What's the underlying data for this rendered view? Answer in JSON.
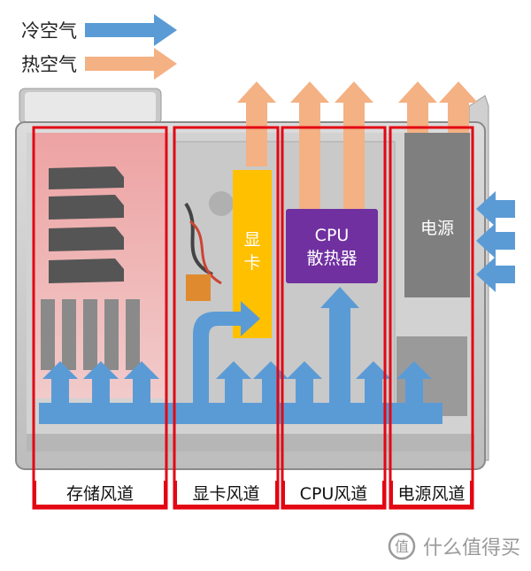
{
  "legend": {
    "cold_label": "冷空气",
    "hot_label": "热空气",
    "cold_color": "#5b9bd5",
    "hot_color": "#f4b183"
  },
  "components": {
    "gpu_label": "显卡",
    "cpu_label_line1": "CPU",
    "cpu_label_line2": "散热器",
    "psu_label": "电源"
  },
  "zones": [
    {
      "label": "存储风道"
    },
    {
      "label": "显卡风道"
    },
    {
      "label": "CPU风道"
    },
    {
      "label": "电源风道"
    }
  ],
  "watermark": {
    "icon": "smzdm-logo-icon",
    "text": "什么值得买"
  },
  "colors": {
    "zone_border": "#e30613",
    "gpu": "#ffc000",
    "cpu_cooler": "#7030a0",
    "psu": "#7f7f7f"
  }
}
